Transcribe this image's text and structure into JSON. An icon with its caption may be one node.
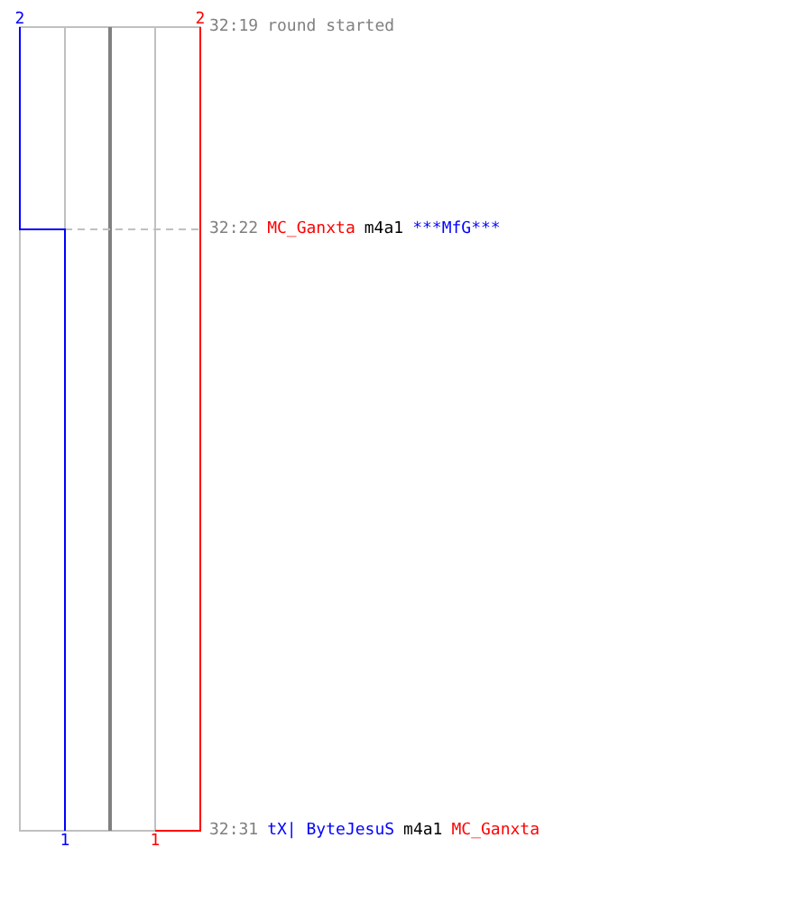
{
  "diagram": {
    "labels": [
      "2",
      "2",
      "32:19",
      "round started",
      "32:22",
      "MC_Ganxta",
      "m4a1",
      "***MfG***",
      "32:31",
      "tX| ByteJesuS",
      "m4a1",
      "MC_Ganxta",
      "1",
      "1"
    ]
  }
}
